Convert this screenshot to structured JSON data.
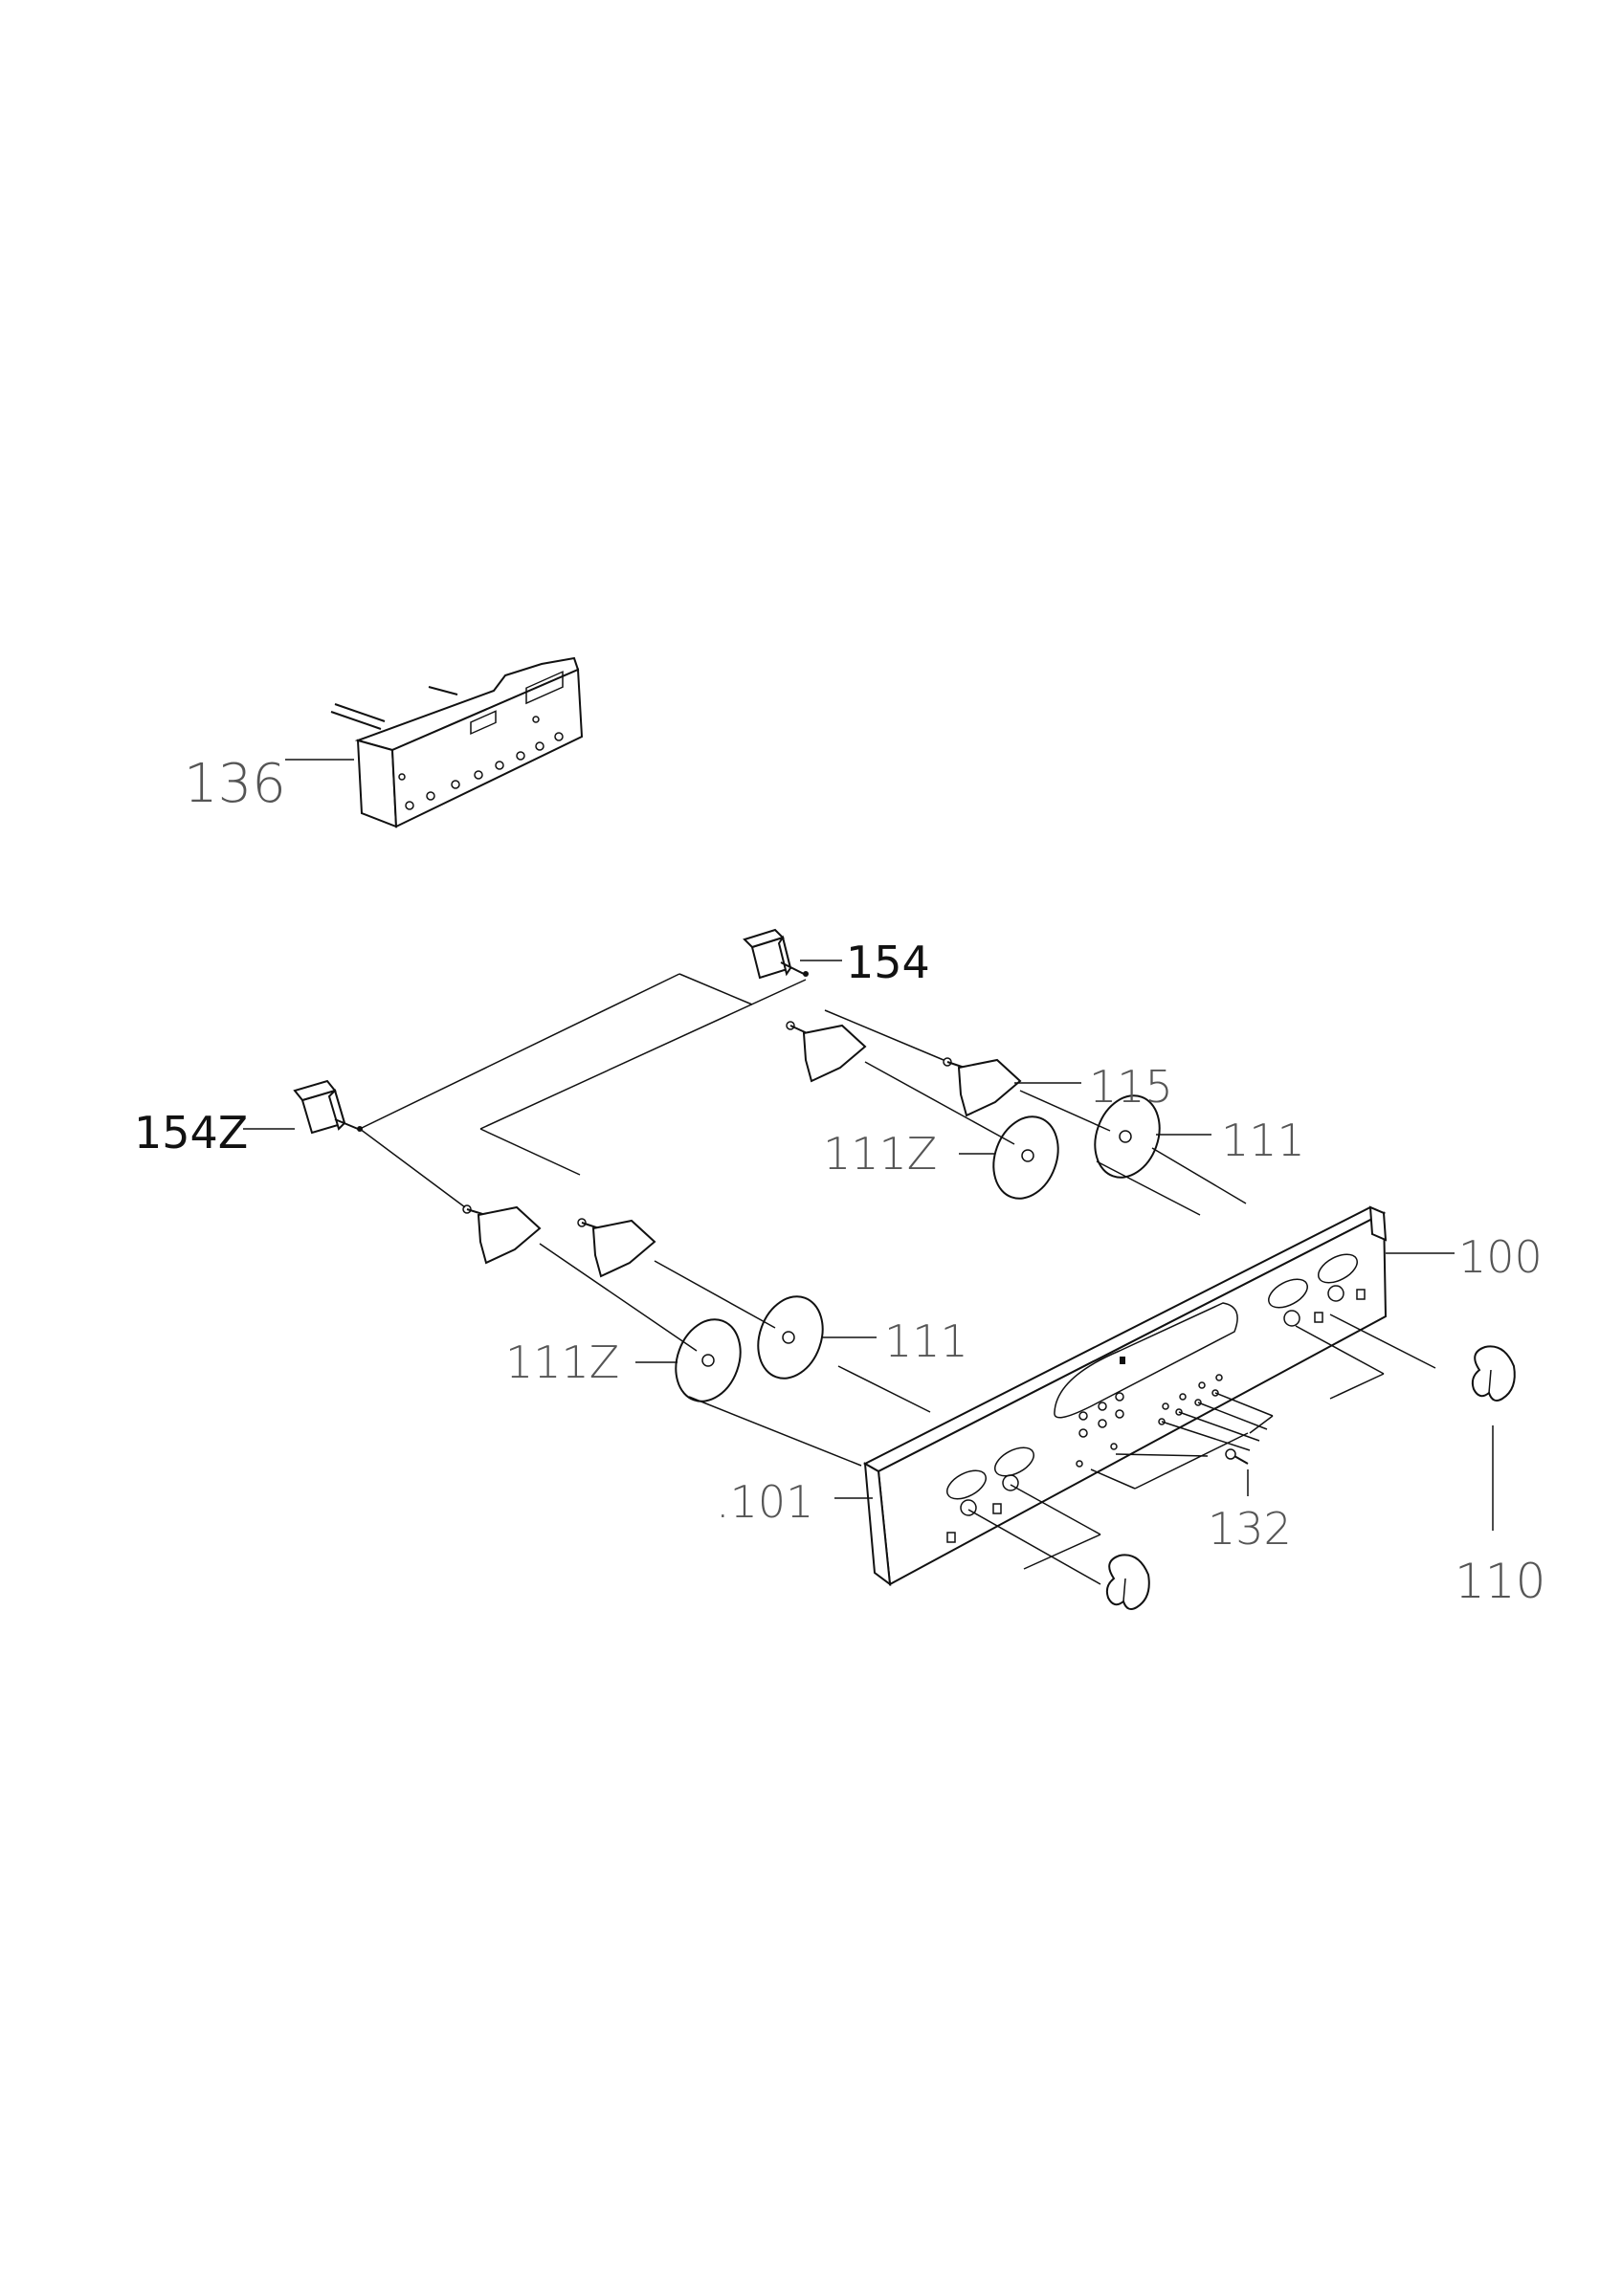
{
  "diagram": {
    "labels": {
      "p136": "136",
      "p154": "154",
      "p154z": "154Z",
      "p115": "115",
      "p111z_upper": "111Z",
      "p111_upper": "111",
      "p111z_lower": "111Z",
      "p111_lower": "111",
      "p100": "100",
      "p101": ".101",
      "p132": "132",
      "p110": "110"
    }
  }
}
